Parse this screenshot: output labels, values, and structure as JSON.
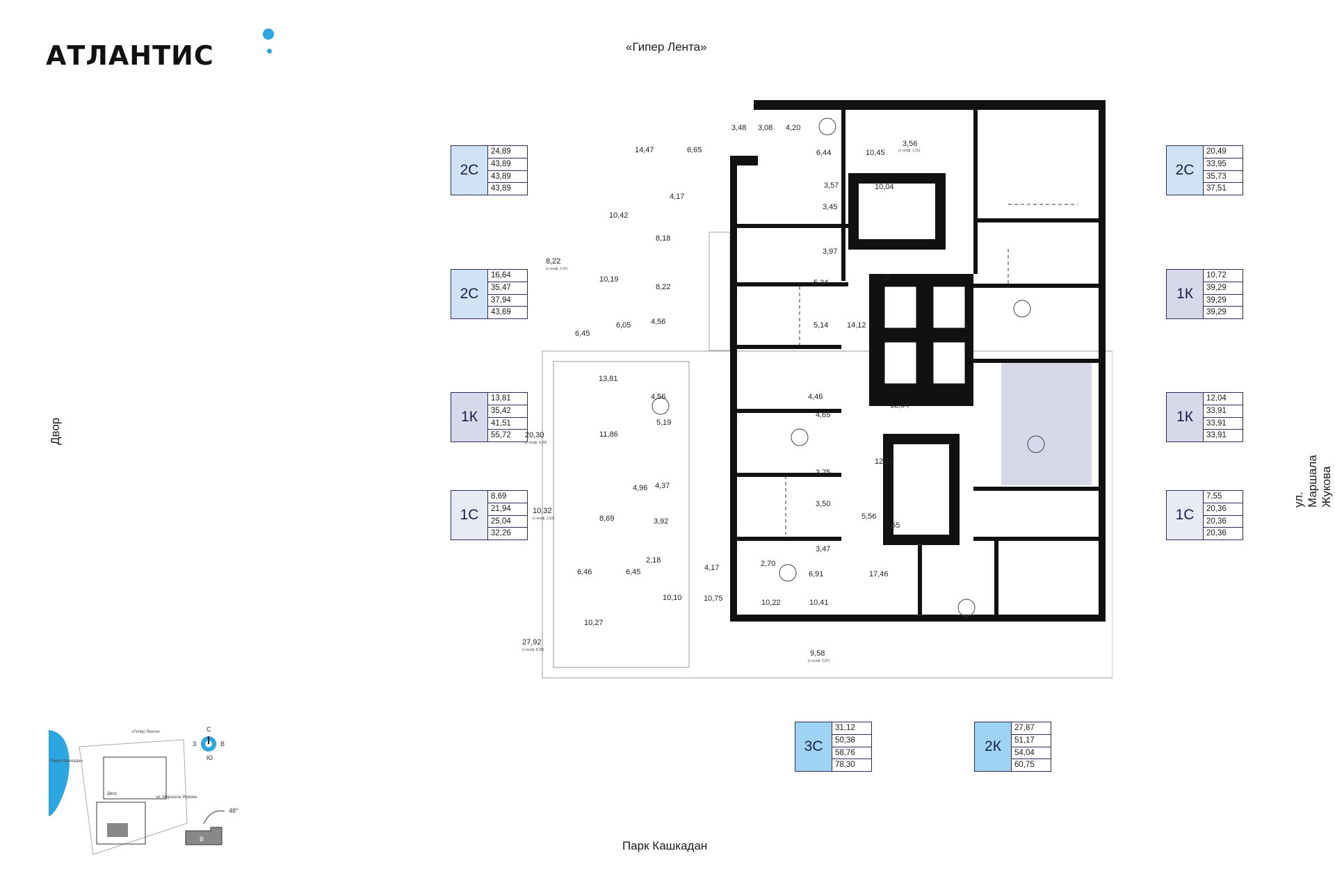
{
  "brand": {
    "name": "АТЛАНТИС"
  },
  "surroundings": {
    "top": "«Гипер Лента»",
    "bottom": "Парк Кашкадан",
    "left": "Двор",
    "right": "ул. Маршала Жукова"
  },
  "cards": [
    {
      "type": "2С",
      "values": [
        "24,89",
        "43,89",
        "43,89",
        "43,89"
      ],
      "color": "#cfe2f6"
    },
    {
      "type": "2С",
      "values": [
        "16,64",
        "35,47",
        "37,94",
        "43,69"
      ],
      "color": "#cfe2f6"
    },
    {
      "type": "1К",
      "values": [
        "13,81",
        "35,42",
        "41,51",
        "55,72"
      ],
      "color": "#d7d8ea"
    },
    {
      "type": "1С",
      "values": [
        "8,69",
        "21,94",
        "25,04",
        "32,26"
      ],
      "color": "#e8eaf6"
    },
    {
      "type": "2С",
      "values": [
        "20,49",
        "33,95",
        "35,73",
        "37,51"
      ],
      "color": "#cfe2f6"
    },
    {
      "type": "1К",
      "values": [
        "10,72",
        "39,29",
        "39,29",
        "39,29"
      ],
      "color": "#d7d8ea"
    },
    {
      "type": "1К",
      "values": [
        "12,04",
        "33,91",
        "33,91",
        "33,91"
      ],
      "color": "#d7d8ea"
    },
    {
      "type": "1С",
      "values": [
        "7,55",
        "20,36",
        "20,36",
        "20,36"
      ],
      "color": "#e8eaf6"
    },
    {
      "type": "3С",
      "values": [
        "31,12",
        "50,38",
        "58,76",
        "78,30"
      ],
      "color": "#9fd3f3"
    },
    {
      "type": "2К",
      "values": [
        "27,87",
        "51,17",
        "54,04",
        "60,75"
      ],
      "color": "#9fd3f3"
    }
  ],
  "rooms": [
    "14,47",
    "6,65",
    "3,48",
    "3,08",
    "4,20",
    "6,44",
    "10,45",
    "3,56",
    "10,42",
    "4,17",
    "3,57",
    "10,04",
    "8,18",
    "3,45",
    "3,97",
    "8,22",
    "10,19",
    "8,22",
    "5,34",
    "10,72",
    "6,45",
    "6,05",
    "4,56",
    "5,14",
    "14,12",
    "13,81",
    "4,56",
    "4,46",
    "12,04",
    "5,19",
    "4,65",
    "11,86",
    "20,30",
    "12,76",
    "4,96",
    "4,37",
    "3,75",
    "10,32",
    "8,69",
    "3,92",
    "3,50",
    "5,56",
    "7,55",
    "2,18",
    "3,47",
    "6,46",
    "6,45",
    "4,17",
    "2,70",
    "6,91",
    "17,46",
    "10,10",
    "10,75",
    "10,22",
    "10,41",
    "10,27",
    "27,92",
    "9,58"
  ],
  "balcony_notes": [
    "(с коэф. 1,15)",
    "(с коэф. 2,47)",
    "(с коэф. 6,09)",
    "(с коэф. 3,10)",
    "(с коэф. 8,38)",
    "(с коэф. 2,87)"
  ],
  "minimap": {
    "lake": "Озеро Кашкадан",
    "road_top": "«Гипер Лента»",
    "yard": "Двор",
    "street": "ул. Маршала Жукова",
    "building": "В",
    "angle": "48°"
  },
  "compass": {
    "n": "С",
    "s": "Ю",
    "w": "З",
    "e": "В"
  }
}
